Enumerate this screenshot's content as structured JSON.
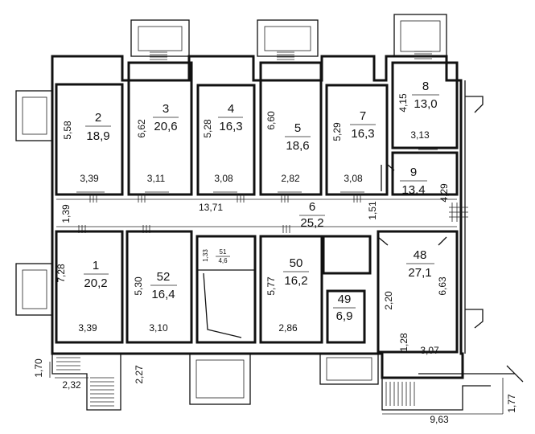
{
  "rooms": [
    {
      "id": "2",
      "area": "18,9"
    },
    {
      "id": "3",
      "area": "20,6"
    },
    {
      "id": "4",
      "area": "16,3"
    },
    {
      "id": "5",
      "area": "18,6"
    },
    {
      "id": "7",
      "area": "16,3"
    },
    {
      "id": "8",
      "area": "13,0"
    },
    {
      "id": "9",
      "area": "13,4"
    },
    {
      "id": "6",
      "area": "25,2"
    },
    {
      "id": "1",
      "area": "20,2"
    },
    {
      "id": "52",
      "area": "16,4"
    },
    {
      "id": "51",
      "area": "4,6"
    },
    {
      "id": "50",
      "area": "16,2"
    },
    {
      "id": "49",
      "area": "6,9"
    },
    {
      "id": "48",
      "area": "27,1"
    }
  ],
  "dimensions": [
    "5,58",
    "6,62",
    "5,28",
    "6,60",
    "5,29",
    "4,15",
    "3,39",
    "3,11",
    "3,08",
    "2,82",
    "3,08",
    "3,13",
    "4,29",
    "1,39",
    "13,71",
    "1,51",
    "7,28",
    "5,30",
    "1,33",
    "5,77",
    "2,20",
    "6,63",
    "3,39",
    "3,10",
    "2,86",
    "1,28",
    "3,07",
    "1,70",
    "2,32",
    "2,27",
    "9,63",
    "1,77"
  ]
}
